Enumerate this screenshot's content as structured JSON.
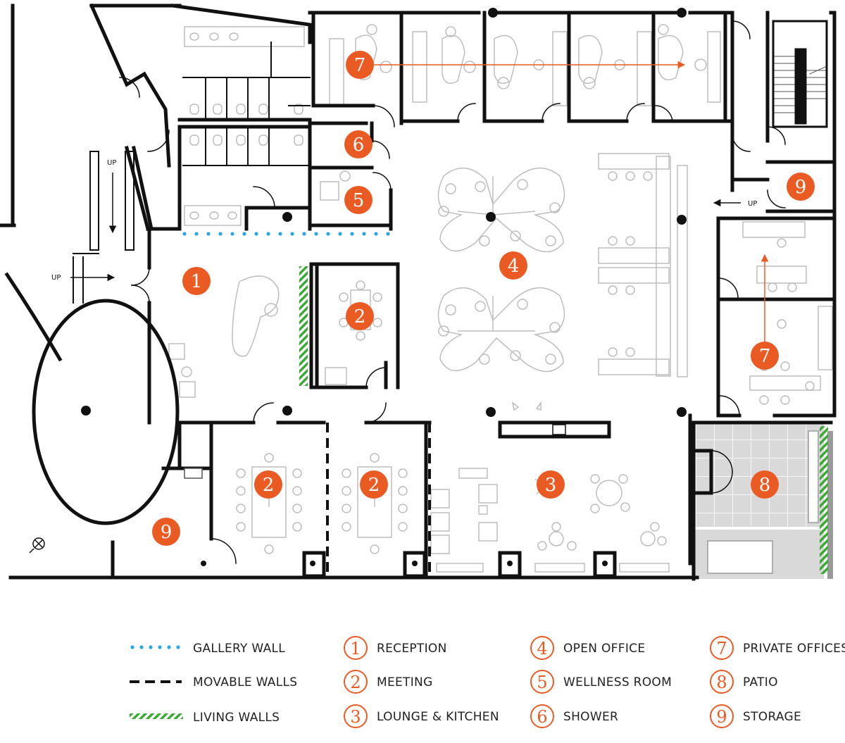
{
  "colors": {
    "accent": "#ea5b24",
    "wall": "#111111",
    "gallery_wall": "#29a8e0",
    "living_wall": "#3aaa35",
    "furniture": "#bdbdbd",
    "patio": "#d9d9d9"
  },
  "stair_labels": {
    "up_left_top": "UP",
    "up_left_mid": "UP",
    "up_right": "UP"
  },
  "plan_badges": [
    {
      "id": "reception",
      "number": "1"
    },
    {
      "id": "meeting-center",
      "number": "2"
    },
    {
      "id": "meeting-left",
      "number": "2"
    },
    {
      "id": "meeting-right",
      "number": "2"
    },
    {
      "id": "lounge",
      "number": "3"
    },
    {
      "id": "open-office",
      "number": "4"
    },
    {
      "id": "wellness",
      "number": "5"
    },
    {
      "id": "shower",
      "number": "6"
    },
    {
      "id": "private-offices-top",
      "number": "7"
    },
    {
      "id": "private-offices-right",
      "number": "7"
    },
    {
      "id": "patio",
      "number": "8"
    },
    {
      "id": "storage-left",
      "number": "9"
    },
    {
      "id": "storage-right",
      "number": "9"
    }
  ],
  "legend": {
    "wall_types": [
      {
        "key": "gallery",
        "label": "GALLERY WALL"
      },
      {
        "key": "movable",
        "label": "MOVABLE WALLS"
      },
      {
        "key": "living",
        "label": "LIVING WALLS"
      }
    ],
    "rooms": [
      {
        "number": "1",
        "label": "RECEPTION"
      },
      {
        "number": "2",
        "label": "MEETING"
      },
      {
        "number": "3",
        "label": "LOUNGE & KITCHEN"
      },
      {
        "number": "4",
        "label": "OPEN OFFICE"
      },
      {
        "number": "5",
        "label": "WELLNESS ROOM"
      },
      {
        "number": "6",
        "label": "SHOWER"
      },
      {
        "number": "7",
        "label": "PRIVATE OFFICES"
      },
      {
        "number": "8",
        "label": "PATIO"
      },
      {
        "number": "9",
        "label": "STORAGE"
      }
    ]
  }
}
